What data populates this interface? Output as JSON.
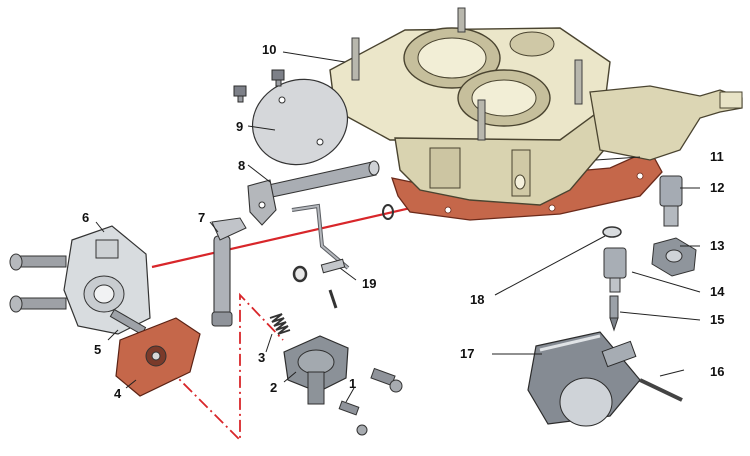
{
  "diagram": {
    "kind": "exploded-parts-view",
    "colors": {
      "metal_body": "#e7e2c4",
      "metal_shadow": "#b9b291",
      "steel": "#9aa0a8",
      "gasket": "#c5674a",
      "axis_line": "#d8262a"
    },
    "callouts": [
      {
        "id": "1",
        "label": "1"
      },
      {
        "id": "2",
        "label": "2"
      },
      {
        "id": "3",
        "label": "3"
      },
      {
        "id": "4",
        "label": "4"
      },
      {
        "id": "5",
        "label": "5"
      },
      {
        "id": "6",
        "label": "6"
      },
      {
        "id": "7",
        "label": "7"
      },
      {
        "id": "8",
        "label": "8"
      },
      {
        "id": "9",
        "label": "9"
      },
      {
        "id": "10",
        "label": "10"
      },
      {
        "id": "11",
        "label": "11"
      },
      {
        "id": "12",
        "label": "12"
      },
      {
        "id": "13",
        "label": "13"
      },
      {
        "id": "14",
        "label": "14"
      },
      {
        "id": "15",
        "label": "15"
      },
      {
        "id": "16",
        "label": "16"
      },
      {
        "id": "17",
        "label": "17"
      },
      {
        "id": "18",
        "label": "18"
      },
      {
        "id": "19",
        "label": "19"
      }
    ]
  }
}
